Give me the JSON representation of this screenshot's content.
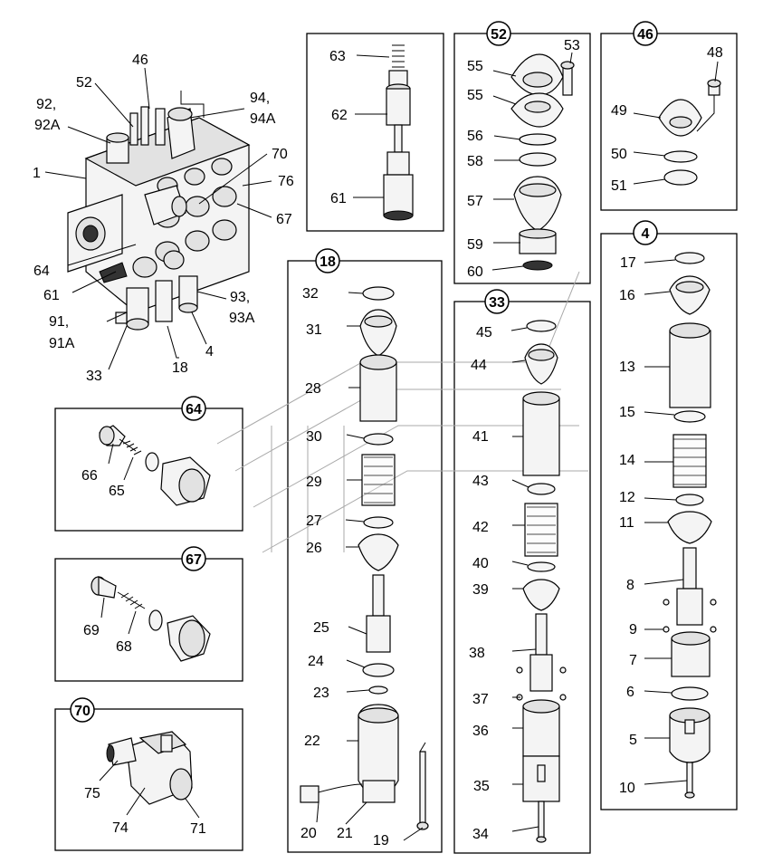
{
  "callouts": {
    "c52": "52",
    "c46": "46",
    "c4": "4",
    "c18": "18",
    "c33": "33",
    "c64": "64",
    "c67": "67",
    "c70": "70"
  },
  "labels": {
    "l1": "1",
    "l46": "46",
    "l52": "52",
    "l92a": "92,",
    "l92b": "92A",
    "l94a": "94,",
    "l94b": "94A",
    "l70": "70",
    "l76": "76",
    "l67": "67",
    "l64": "64",
    "l61a": "61",
    "l91a": "91,",
    "l91b": "91A",
    "l93a": "93,",
    "l93b": "93A",
    "l33": "33",
    "l18": "18",
    "l4": "4",
    "l66": "66",
    "l65": "65",
    "l69": "69",
    "l68": "68",
    "l75": "75",
    "l74": "74",
    "l71": "71",
    "l63": "63",
    "l62": "62",
    "l61b": "61",
    "l53": "53",
    "l55a": "55",
    "l55b": "55",
    "l56": "56",
    "l58": "58",
    "l57": "57",
    "l59": "59",
    "l60": "60",
    "l48": "48",
    "l49": "49",
    "l50": "50",
    "l51": "51",
    "l32": "32",
    "l31": "31",
    "l28": "28",
    "l30": "30",
    "l29": "29",
    "l27": "27",
    "l26": "26",
    "l25": "25",
    "l24": "24",
    "l23": "23",
    "l22": "22",
    "l20": "20",
    "l21": "21",
    "l19": "19",
    "l45": "45",
    "l44": "44",
    "l41": "41",
    "l43": "43",
    "l42": "42",
    "l40": "40",
    "l39": "39",
    "l38": "38",
    "l37": "37",
    "l36": "36",
    "l35": "35",
    "l34": "34",
    "l17": "17",
    "l16": "16",
    "l13": "13",
    "l15": "15",
    "l14": "14",
    "l12": "12",
    "l11": "11",
    "l8": "8",
    "l9": "9",
    "l7": "7",
    "l6": "6",
    "l5": "5",
    "l10": "10"
  }
}
